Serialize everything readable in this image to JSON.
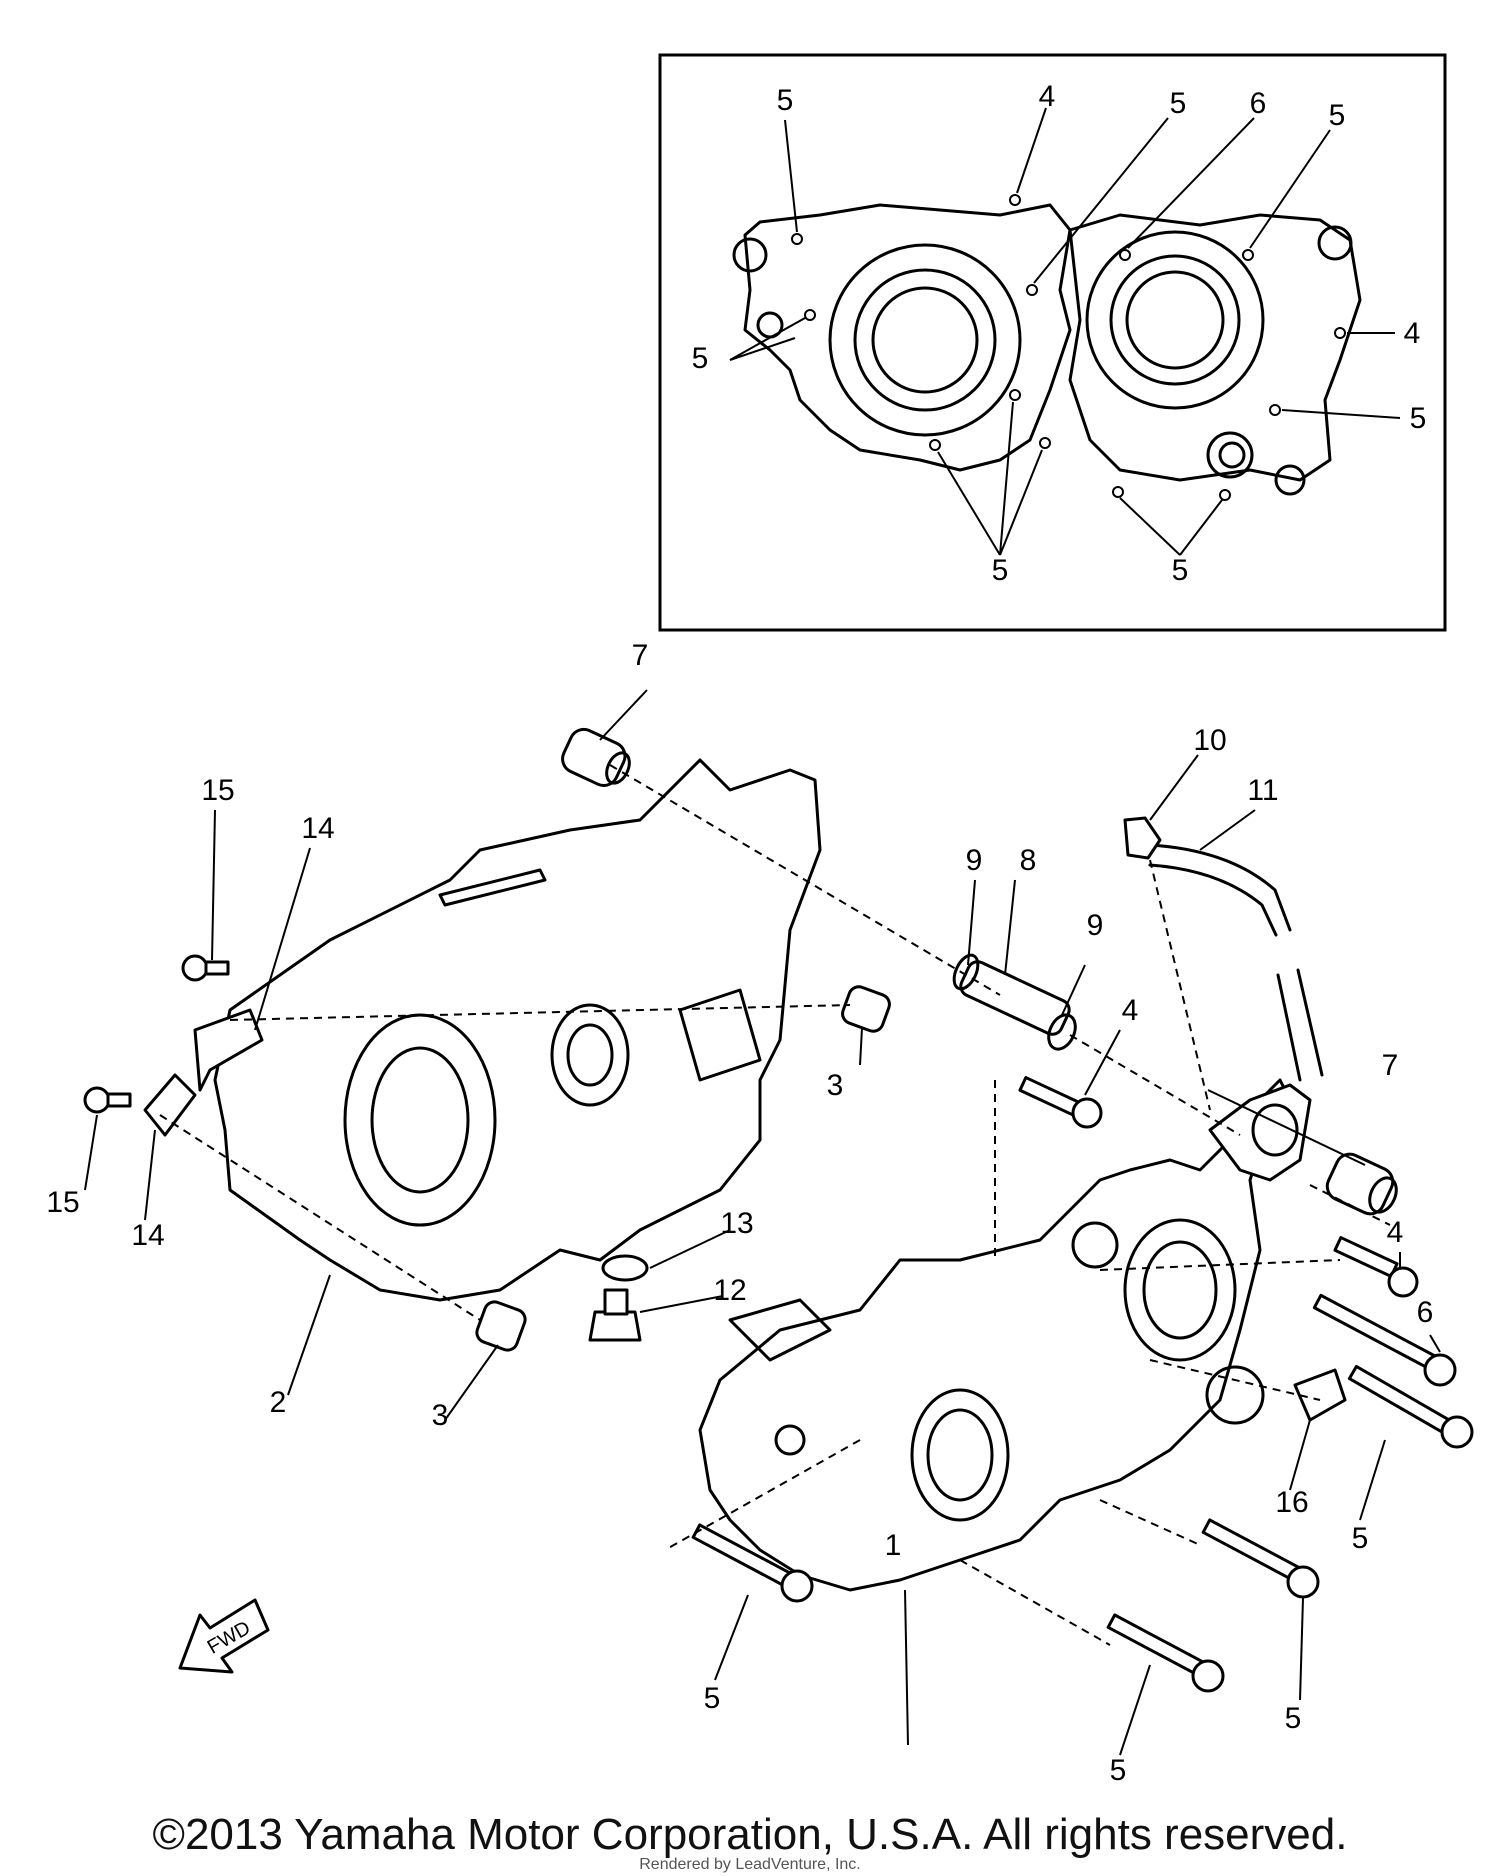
{
  "diagram": {
    "callouts": [
      "5",
      "4",
      "5",
      "6",
      "5",
      "4",
      "5",
      "5",
      "5",
      "5",
      "7",
      "15",
      "14",
      "15",
      "14",
      "9",
      "8",
      "9",
      "10",
      "11",
      "3",
      "4",
      "7",
      "13",
      "12",
      "2",
      "3",
      "4",
      "6",
      "16",
      "5",
      "5",
      "1",
      "5",
      "5"
    ],
    "fwd_label": "FWD"
  },
  "footer": {
    "copyright": "©2013 Yamaha Motor Corporation, U.S.A. All rights reserved.",
    "watermark": "Rendered by LeadVenture, Inc."
  }
}
